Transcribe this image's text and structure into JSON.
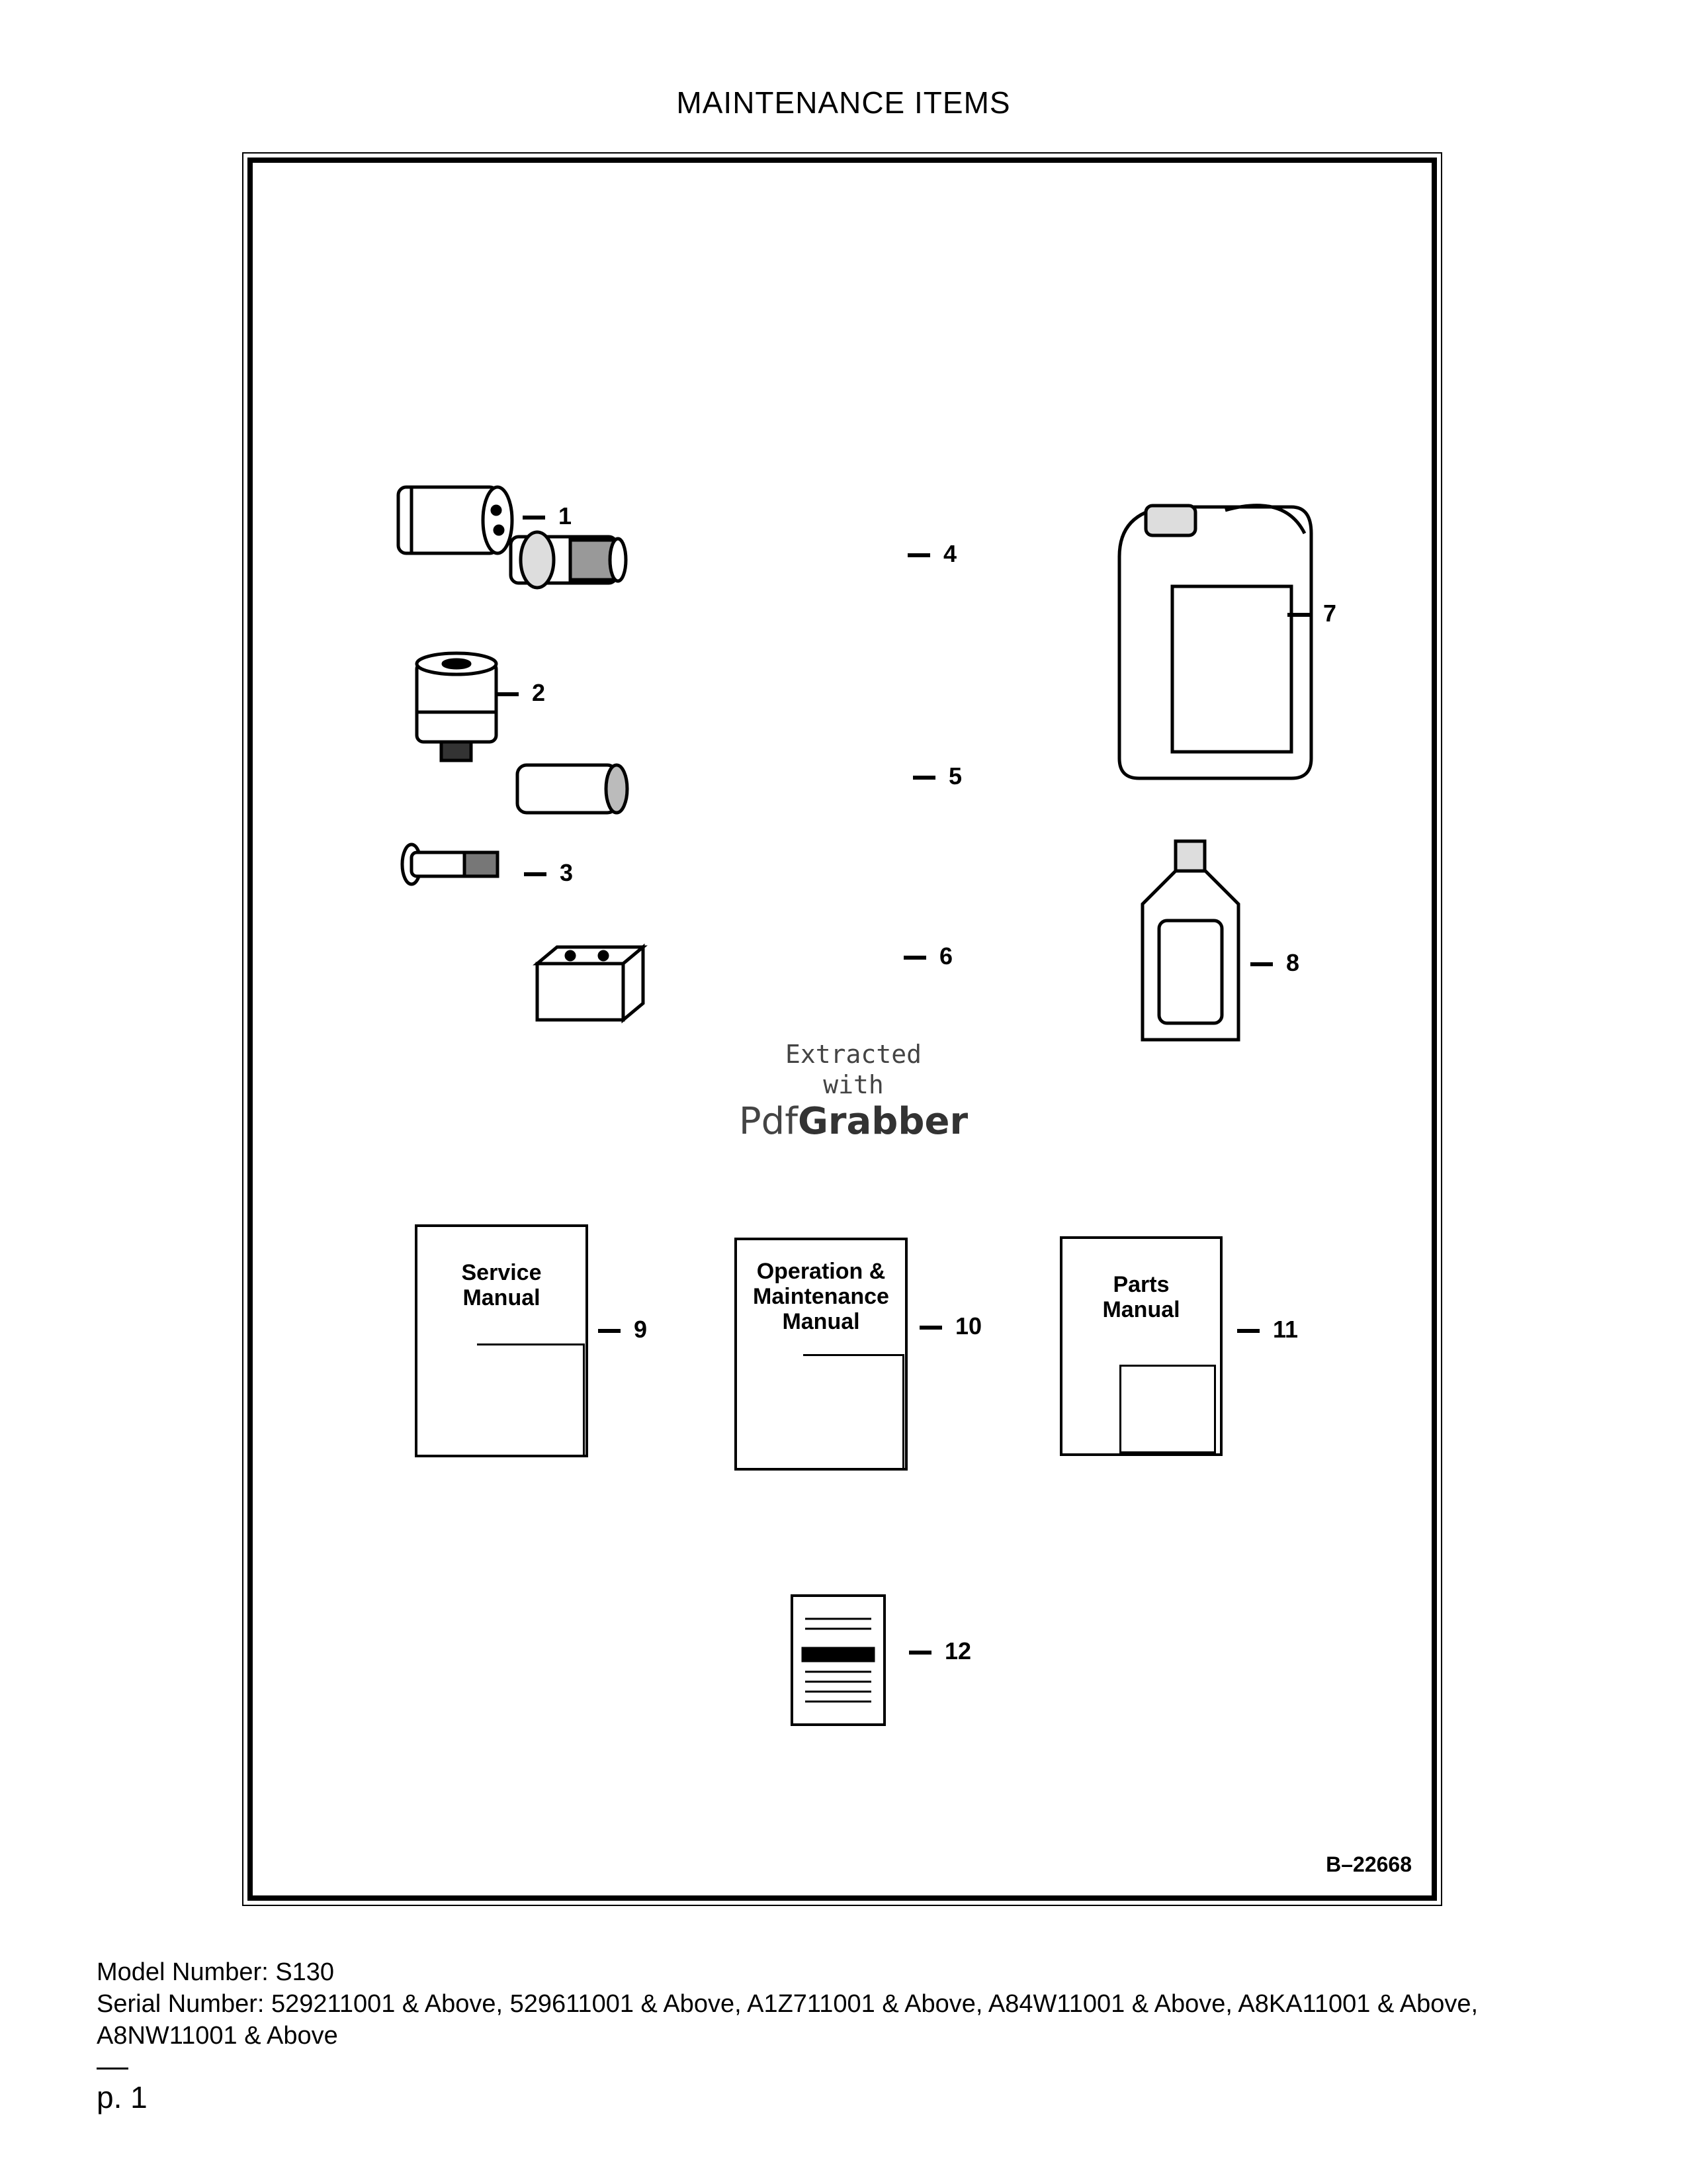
{
  "title": "MAINTENANCE ITEMS",
  "callouts": [
    "1",
    "2",
    "3",
    "4",
    "5",
    "6",
    "7",
    "8",
    "9",
    "10",
    "11",
    "12"
  ],
  "manuals": {
    "service": "Service\nManual",
    "operation": "Operation &\nMaintenance\nManual",
    "parts": "Parts\nManual"
  },
  "figure_code": "B–22668",
  "watermark": {
    "line1": "Extracted",
    "line2": "with",
    "brand_a": "Pdf",
    "brand_b": "Grabber"
  },
  "footer": {
    "model": "Model Number: S130",
    "serial": "Serial Number: 529211001 & Above, 529611001 & Above, A1Z711001 & Above, A84W11001 & Above, A8KA11001 & Above, A8NW11001 & Above"
  },
  "page": "p. 1"
}
